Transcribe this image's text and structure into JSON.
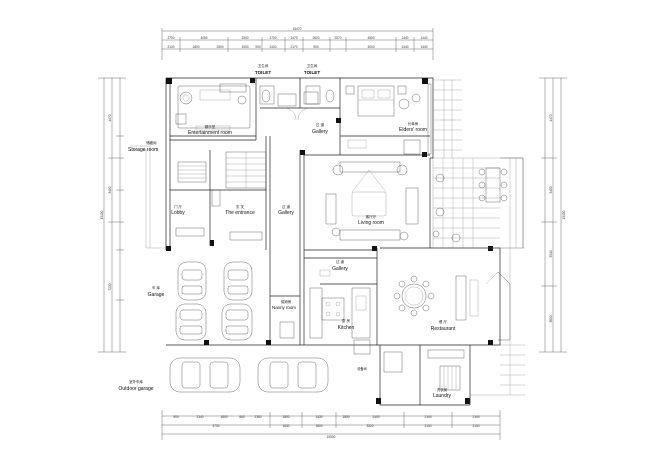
{
  "top_labels": {
    "toilet_1_cn": "卫生间",
    "toilet_1_en": "TOILET",
    "toilet_2_cn": "卫生间",
    "toilet_2_en": "TOILET"
  },
  "rooms": {
    "entertainment": {
      "cn": "娱乐室",
      "en": "Entertainment room"
    },
    "gallery_top": {
      "cn": "过 道",
      "en": "Gallery"
    },
    "elders": {
      "cn": "长辈房",
      "en": "Elders' room"
    },
    "storage": {
      "cn": "储藏间",
      "en": "Storage room"
    },
    "lobby": {
      "cn": "门 厅",
      "en": "Lobby"
    },
    "entrance": {
      "cn": "玄 关",
      "en": "The entrance"
    },
    "gallery_mid": {
      "cn": "过 道",
      "en": "Gallery"
    },
    "living": {
      "cn": "客厅厅",
      "en": "Living room"
    },
    "gallery_bottom": {
      "cn": "过 道",
      "en": "Gallery"
    },
    "garage": {
      "cn": "车 库",
      "en": "Garage"
    },
    "nanny": {
      "cn": "保姆房",
      "en": "Nanny room"
    },
    "kitchen": {
      "cn": "厨 房",
      "en": "Kitchen"
    },
    "restaurant": {
      "cn": "餐 厅",
      "en": "Restaurant"
    },
    "outdoor_garage": {
      "cn": "室外车库",
      "en": "Outdoor garage"
    },
    "laundry": {
      "cn": "洗衣房",
      "en": "Laundry"
    },
    "equipment": {
      "cn": "设备间",
      "en": ""
    }
  },
  "dimensions": {
    "top_total": "15470",
    "top_row": [
      "2700",
      "4050",
      "2500",
      "2700",
      "1470",
      "2600",
      "2570",
      "4500",
      "1440",
      "1440"
    ],
    "top_sub": [
      "2100",
      "1800",
      "2500",
      "1500",
      "900",
      "2400",
      "2170",
      "900",
      "3000",
      "1440",
      "1440"
    ],
    "bottom_total": "15500",
    "bottom_row": [
      "5730",
      "1630",
      "1800",
      "3520",
      "2100",
      "2100"
    ],
    "bottom_sub": [
      "900",
      "2340",
      "1800",
      "840",
      "2360",
      "1800",
      "1430",
      "1800",
      "2400",
      "2100",
      "2100"
    ],
    "left_total": "15150",
    "left_row": [
      "4470",
      "3450",
      "7230"
    ],
    "right_total": "15150",
    "right_row": [
      "4470",
      "3450",
      "3540",
      "3690"
    ]
  }
}
